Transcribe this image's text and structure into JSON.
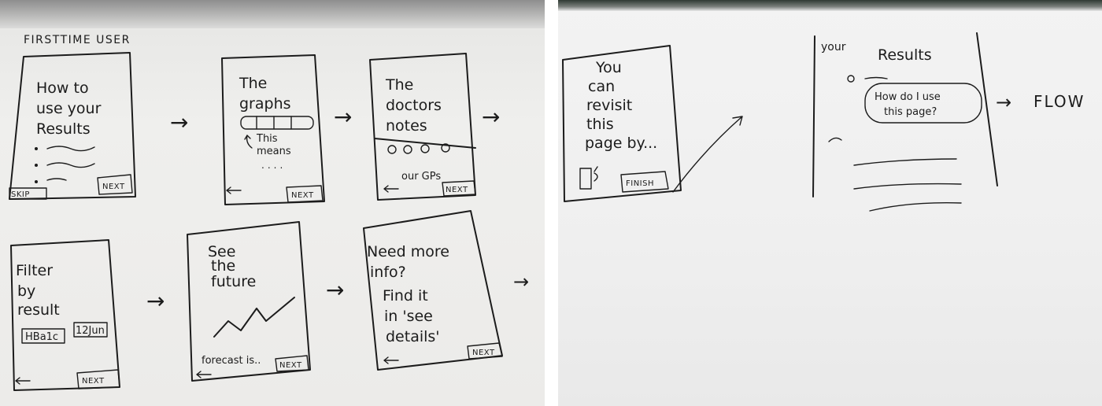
{
  "left_page": {
    "heading": "FIRSTTIME USER",
    "row1": [
      {
        "lines": [
          "How to",
          "use your",
          "Results"
        ],
        "buttons": [
          "SKIP",
          "NEXT"
        ]
      },
      {
        "lines": [
          "The",
          "graphs"
        ],
        "caption": [
          "This",
          "means"
        ],
        "buttons": [
          "NEXT"
        ]
      },
      {
        "lines": [
          "The",
          "doctors",
          "notes"
        ],
        "caption": [
          "our GPs"
        ],
        "buttons": [
          "NEXT"
        ]
      }
    ],
    "row2": [
      {
        "lines": [
          "Filter",
          "by",
          "result"
        ],
        "chips": [
          "HBa1c",
          "12Jun"
        ],
        "buttons": [
          "NEXT"
        ]
      },
      {
        "lines": [
          "See",
          "the",
          "future"
        ],
        "caption": [
          "forecast is.."
        ],
        "buttons": [
          "NEXT"
        ]
      },
      {
        "lines": [
          "Need more",
          "info?",
          "Find it",
          "in 'see",
          "details'"
        ],
        "buttons": [
          "NEXT"
        ]
      }
    ],
    "arrow_glyph": "→"
  },
  "right_page": {
    "revisit_lines": [
      "You",
      "can",
      "revisit",
      "this",
      "page by..."
    ],
    "finish_label": "FINISH",
    "results_title_your": "your",
    "results_title": "Results",
    "bubble_lines": [
      "How do I use",
      "this page?"
    ],
    "flow_label": "FLOW"
  }
}
